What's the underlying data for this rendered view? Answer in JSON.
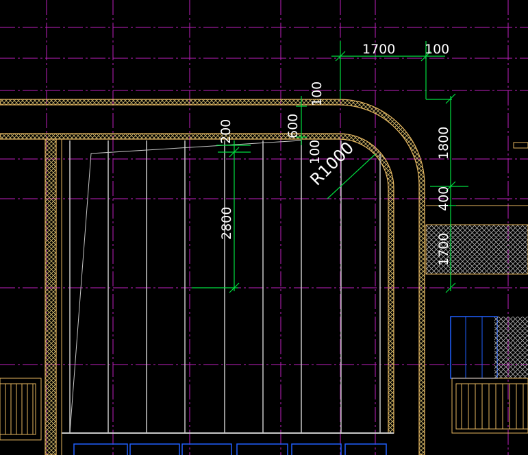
{
  "drawing": {
    "background": "#000000",
    "colors": {
      "axis": "#c020c0",
      "wall_outline": "#e8b860",
      "wall_hatch": "#d8c070",
      "dimension": "#00e040",
      "fixture": "#c8c8c8",
      "window": "#2060ff",
      "text": "#ffffff",
      "side_block": "#b0b0b0"
    }
  },
  "dimensions": {
    "top_width": "1700",
    "top_gap": "100",
    "wall_thickness_top": "100",
    "span_600": "600",
    "step_200": "200",
    "wall_thickness_inner": "100",
    "radius": "R1000",
    "depth": "2800",
    "right_upper": "1800",
    "right_mid": "400",
    "right_lower": "1700"
  }
}
